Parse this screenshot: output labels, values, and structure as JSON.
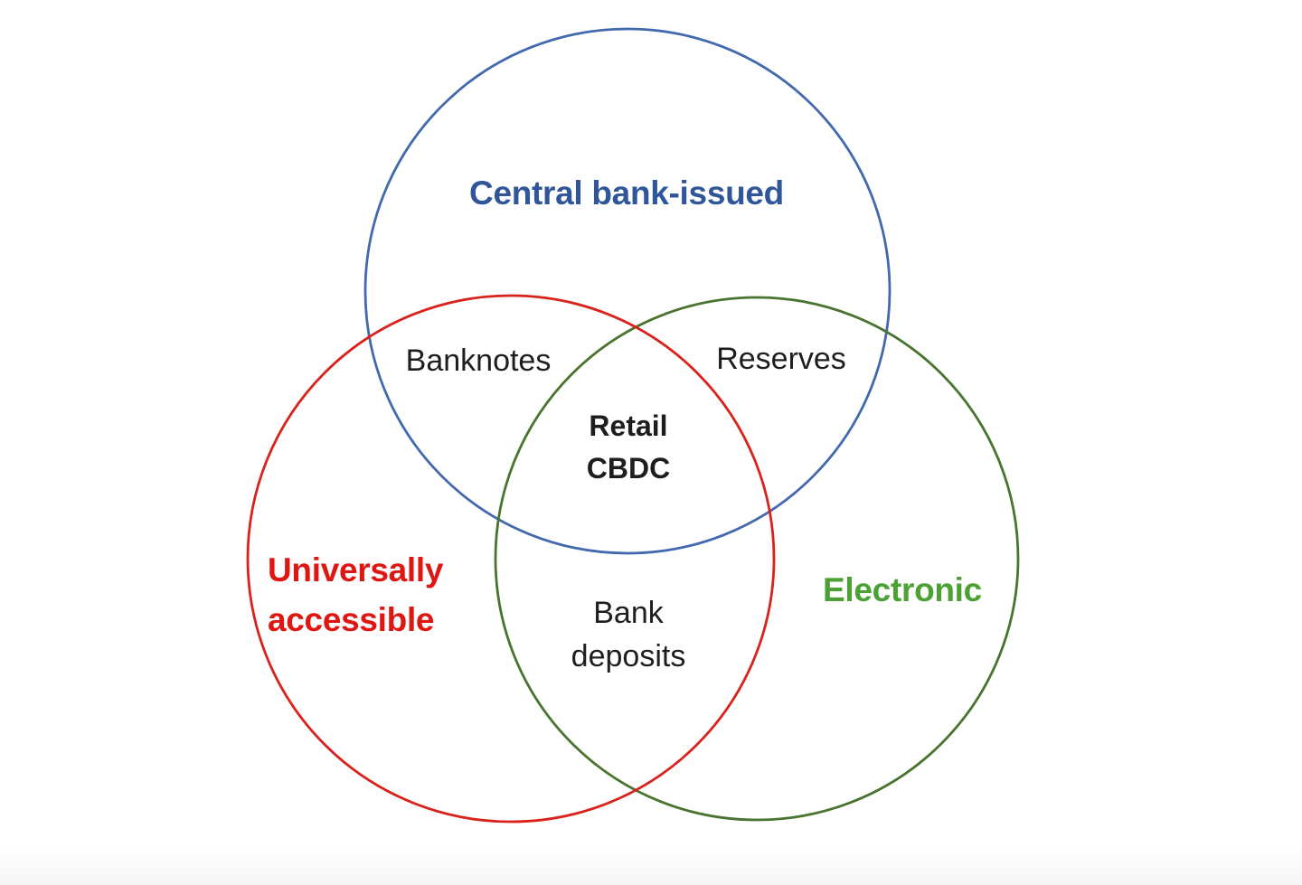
{
  "page": {
    "background_color": "#ffffff"
  },
  "diagram": {
    "type": "venn-diagram",
    "subject": "Money taxonomy / Retail CBDC venn diagram",
    "sets": [
      {
        "name": "central-bank-issued",
        "label": "Central bank-issued",
        "text_color": "#2e5699",
        "circle_color": "#4268ae"
      },
      {
        "name": "universally-accessible",
        "label_lines": [
          "Universally",
          "accessible"
        ],
        "text_color": "#df1712",
        "circle_color": "#d8221b"
      },
      {
        "name": "electronic",
        "label": "Electronic",
        "text_color": "#4ba133",
        "circle_color": "#48742f"
      }
    ],
    "overlaps": [
      {
        "label": "Banknotes",
        "sets": [
          "central-bank-issued",
          "universally-accessible"
        ]
      },
      {
        "label": "Reserves",
        "sets": [
          "central-bank-issued",
          "electronic"
        ]
      },
      {
        "label_lines": [
          "Retail",
          "CBDC"
        ],
        "sets": [
          "central-bank-issued",
          "universally-accessible",
          "electronic"
        ]
      },
      {
        "label_lines": [
          "Bank",
          "deposits"
        ],
        "sets": [
          "universally-accessible",
          "electronic"
        ]
      }
    ],
    "overlap_text_color": "#1e1e1e"
  }
}
